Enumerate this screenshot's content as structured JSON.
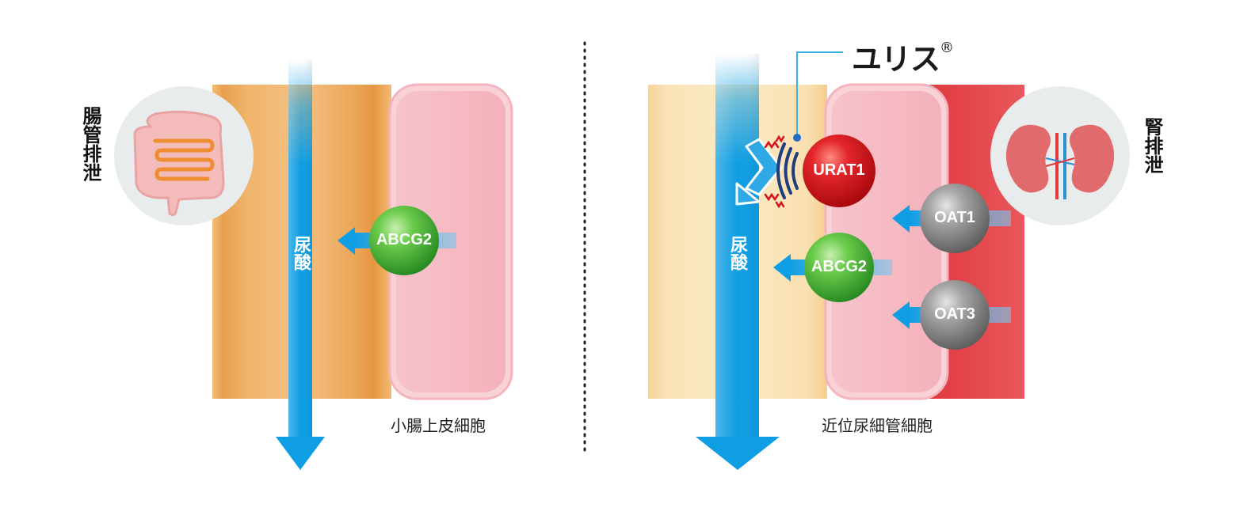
{
  "left_panel": {
    "side_label": "腸管排泄",
    "uric_acid_label": "尿酸",
    "transporter": "ABCG2",
    "cell_caption": "小腸上皮細胞"
  },
  "right_panel": {
    "side_label": "腎排泄",
    "uric_acid_label": "尿酸",
    "drug_name": "ユリス",
    "registered_mark": "®",
    "transporters": {
      "urat1": "URAT1",
      "abcg2": "ABCG2",
      "oat1": "OAT1",
      "oat3": "OAT3"
    },
    "cell_caption": "近位尿細管細胞"
  },
  "colors": {
    "arrow_blue": "#0f9ee3",
    "urat1_red": "#d5121b",
    "abcg2_green": "#4cae3c",
    "oat_gray": "#8a8a8a",
    "intestine_orange": "#eba24e",
    "cell_pink": "#f4b8c0",
    "blood_red": "#e2474d"
  }
}
